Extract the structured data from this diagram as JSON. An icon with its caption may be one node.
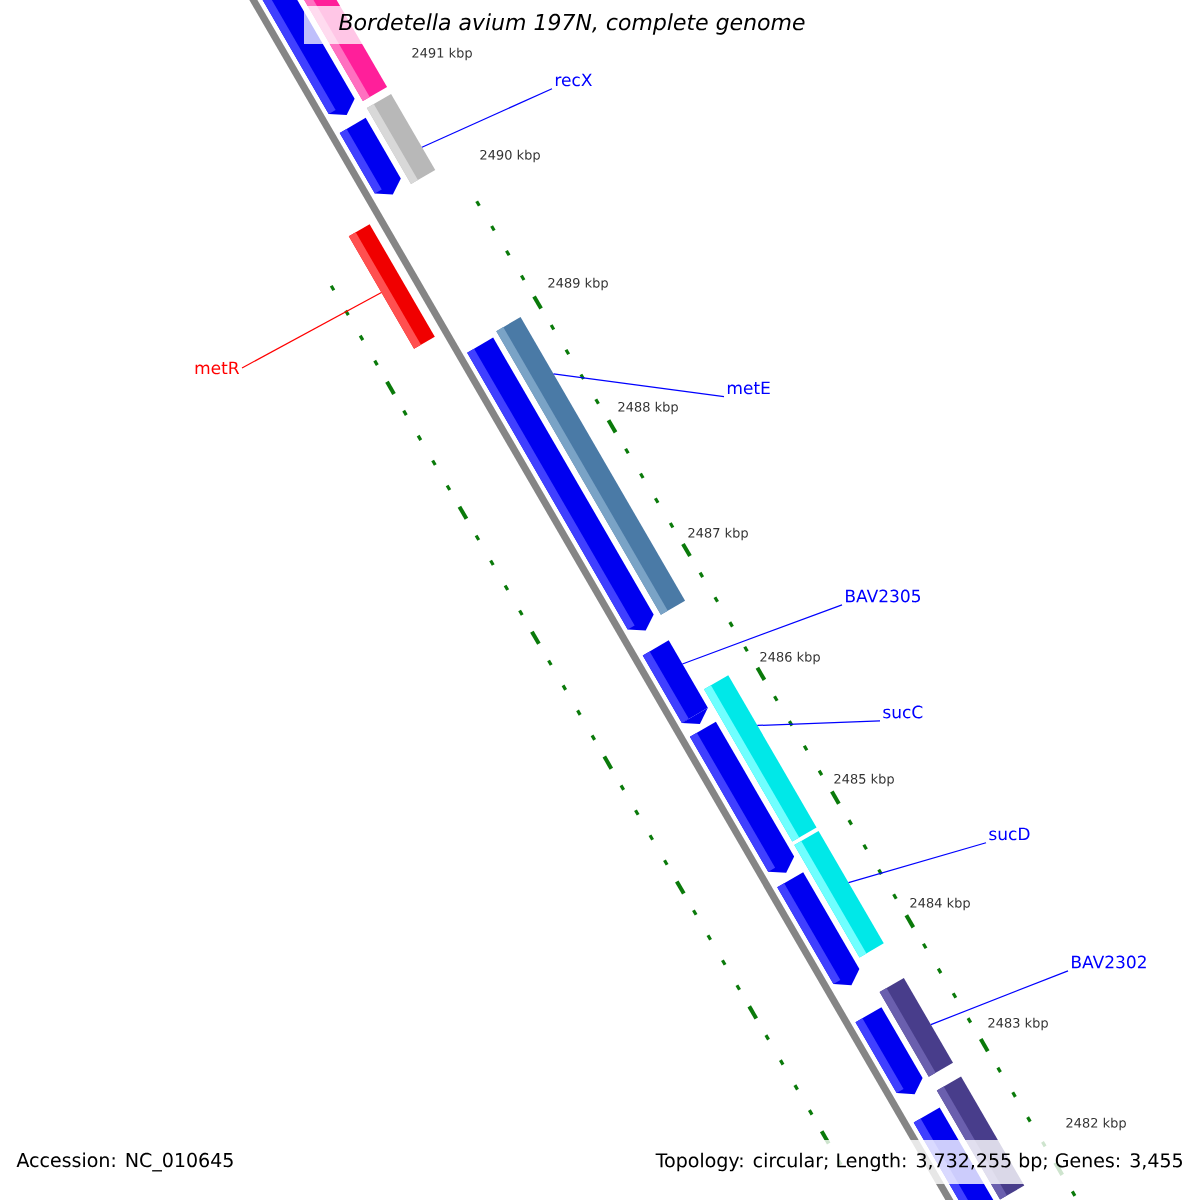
{
  "diagram": {
    "title": "Bordetella avium 197N, complete genome",
    "nodes": [
      {
        "text": [
          "recX"
        ]
      },
      {
        "text": [],
        "shape": "bar"
      },
      {
        "text": [
          "metR"
        ]
      },
      {
        "text": [],
        "shape": "bar"
      },
      {
        "text": [
          "metE"
        ]
      },
      {
        "text": [],
        "shape": "bar"
      },
      {
        "text": [
          "BAV2305"
        ]
      },
      {
        "text": [],
        "shape": "bar"
      },
      {
        "text": [
          "sucC"
        ]
      },
      {
        "text": [],
        "shape": "bar"
      },
      {
        "text": [
          "sucD"
        ]
      },
      {
        "text": [],
        "shape": "bar"
      },
      {
        "text": [
          "BAV2302"
        ]
      },
      {
        "text": [],
        "shape": "bar"
      }
    ],
    "edges": [
      {
        "from": 0,
        "to": 1,
        "arrow": "none"
      },
      {
        "from": 2,
        "to": 3,
        "arrow": "none",
        "color": "#ff0000"
      },
      {
        "from": 4,
        "to": 5,
        "arrow": "none"
      },
      {
        "from": 6,
        "to": 7,
        "arrow": "none"
      },
      {
        "from": 8,
        "to": 9,
        "arrow": "none"
      },
      {
        "from": 10,
        "to": 11,
        "arrow": "none"
      },
      {
        "from": 12,
        "to": 13,
        "arrow": "none"
      }
    ],
    "labels": [
      "2491 kbp",
      "2490 kbp",
      "2489 kbp",
      "2488 kbp",
      "2487 kbp",
      "2486 kbp",
      "2485 kbp",
      "2484 kbp",
      "2483 kbp",
      "2482 kbp",
      "Accession: NC_010645",
      "Topology: circular; Length: 3,732,255 bp; Genes: 3,455"
    ]
  }
}
